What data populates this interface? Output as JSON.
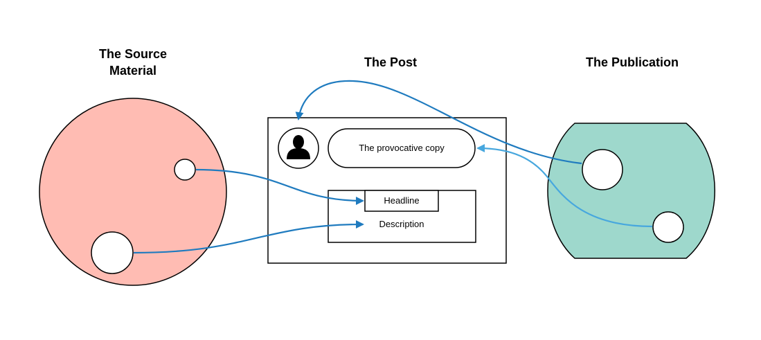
{
  "titles": {
    "source_line1": "The Source",
    "source_line2": "Material",
    "post": "The Post",
    "publication": "The Publication"
  },
  "post": {
    "copy_label": "The provocative copy",
    "headline_label": "Headline",
    "description_label": "Description",
    "avatar_icon": "person-silhouette-icon"
  },
  "colors": {
    "source_fill": "#ffbcb3",
    "publication_fill": "#9ed8cc",
    "arrow_dark": "#1f7bbf",
    "arrow_light": "#47a7de",
    "stroke": "#000000"
  }
}
